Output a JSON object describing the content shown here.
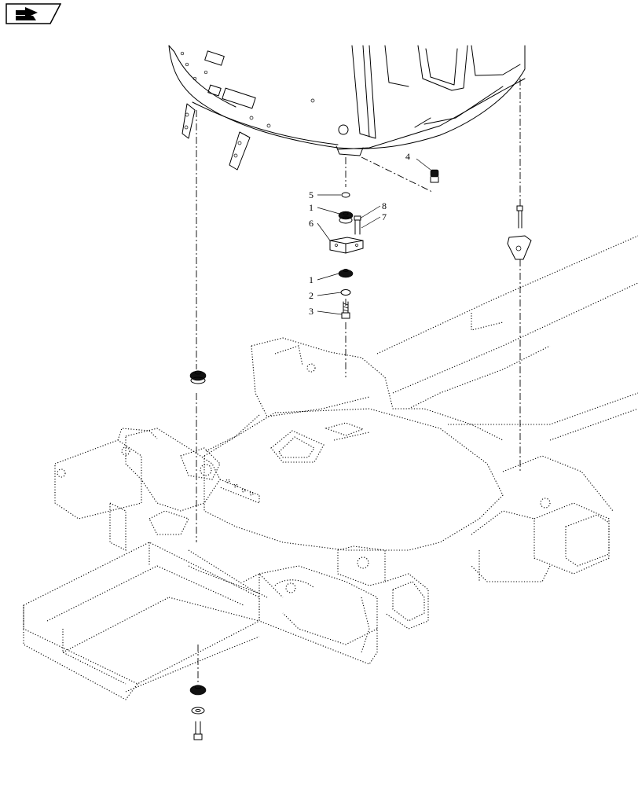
{
  "navigation": {
    "icon": "previous-page-arrow-icon"
  },
  "diagram": {
    "callouts": [
      {
        "id": "callout-4",
        "text": "4"
      },
      {
        "id": "callout-5",
        "text": "5"
      },
      {
        "id": "callout-1a",
        "text": "1"
      },
      {
        "id": "callout-6",
        "text": "6"
      },
      {
        "id": "callout-8",
        "text": "8"
      },
      {
        "id": "callout-7",
        "text": "7"
      },
      {
        "id": "callout-1b",
        "text": "1"
      },
      {
        "id": "callout-2",
        "text": "2"
      },
      {
        "id": "callout-3",
        "text": "3"
      }
    ]
  },
  "colors": {
    "line": "#000000",
    "background": "#ffffff"
  }
}
